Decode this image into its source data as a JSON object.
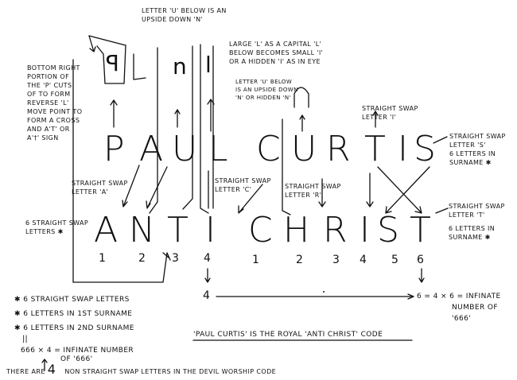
{
  "top_note": [
    "LETTER 'U' BELOW IS AN",
    "UPSIDE DOWN 'N'"
  ],
  "left_note": [
    "BOTTOM RIGHT",
    "PORTION OF",
    "THE 'P' CUTS",
    "OF TO FORM",
    "REVERSE 'L'",
    "MOVE POINT TO",
    "FORM A CROSS",
    "AND A'T' OR",
    "A'†' SIGN"
  ],
  "large_l_note": [
    "LARGE 'L' AS A CAPITAL 'L'",
    "BELOW BECOMES SMALL 'l'",
    "OR A HIDDEN 'I' AS IN EYE"
  ],
  "letter_u_note": [
    "LETTER 'U' BELOW",
    "IS AN UPSIDE DOWN",
    "'N' OR HIDDEN 'N'"
  ],
  "swap_i_note": [
    "STRAIGHT SWAP",
    "LETTER 'I'"
  ],
  "swap_s_note": [
    "STRAIGHT SWAP",
    "LETTER 'S'",
    "6 LETTERS IN",
    "SURNAME ✱"
  ],
  "swap_a_note": [
    "STRAIGHT SWAP",
    "LETTER 'A'"
  ],
  "swap_c_note": [
    "STRAIGHT SWAP",
    "LETTER 'C'"
  ],
  "swap_r_note": [
    "STRAIGHT SWAP",
    "LETTER 'R'"
  ],
  "swap_t_note": [
    "STRAIGHT SWAP",
    "LETTER 'T'",
    "6 LETTERS IN",
    "SURNAME ✱"
  ],
  "six_swaps_note": [
    "6 STRAIGHT SWAP",
    "LETTERS ✱"
  ],
  "top_glyphs": {
    "p_reversed": "P",
    "n": "n",
    "l": "l",
    "u_top": "∩"
  },
  "paul_curtis": [
    "P",
    "A",
    "U",
    "L",
    "C",
    "U",
    "R",
    "T",
    "I",
    "S"
  ],
  "antichrist": [
    "A",
    "N",
    "T",
    "I",
    "C",
    "H",
    "R",
    "I",
    "S",
    "T"
  ],
  "numbers_first": [
    "1",
    "2",
    "3",
    "4"
  ],
  "numbers_second": [
    "1",
    "2",
    "3",
    "4",
    "5",
    "6"
  ],
  "four_label": "4",
  "equation": [
    "6 = 4 × 6 = INFINATE",
    "NUMBER OF '666'"
  ],
  "bullets": [
    "✱ 6 STRAIGHT SWAP LETTERS",
    "✱ 6 LETTERS IN 1ST SURNAME",
    "✱ 6 LETTERS IN 2ND SURNAME"
  ],
  "infinite": [
    "666 × 4 = INFINATE NUMBER",
    "OF '666'"
  ],
  "royal_code": "'PAUL CURTIS' IS THE ROYAL 'ANTI CHRIST' CODE",
  "bottom_line": [
    "THERE ARE",
    "4",
    "NON STRAIGHT SWAP LETTERS IN THE DEVIL WORSHIP CODE"
  ]
}
